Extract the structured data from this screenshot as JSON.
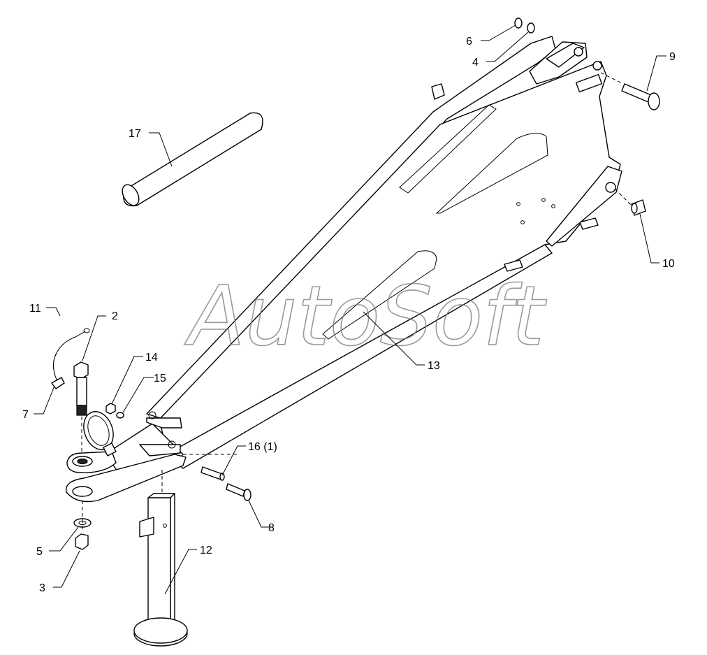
{
  "watermark": "AutoSoft",
  "colors": {
    "line": "#000000",
    "background": "#ffffff",
    "watermark": "#777777"
  },
  "callouts": [
    {
      "id": "c2",
      "label": "2"
    },
    {
      "id": "c3",
      "label": "3"
    },
    {
      "id": "c4",
      "label": "4"
    },
    {
      "id": "c5",
      "label": "5"
    },
    {
      "id": "c6",
      "label": "6"
    },
    {
      "id": "c7",
      "label": "7"
    },
    {
      "id": "c8",
      "label": "8"
    },
    {
      "id": "c9",
      "label": "9"
    },
    {
      "id": "c10",
      "label": "10"
    },
    {
      "id": "c11",
      "label": "11"
    },
    {
      "id": "c12",
      "label": "12"
    },
    {
      "id": "c13",
      "label": "13"
    },
    {
      "id": "c14",
      "label": "14"
    },
    {
      "id": "c15",
      "label": "15"
    },
    {
      "id": "c16",
      "label": "16 (1)"
    },
    {
      "id": "c17",
      "label": "17"
    }
  ]
}
